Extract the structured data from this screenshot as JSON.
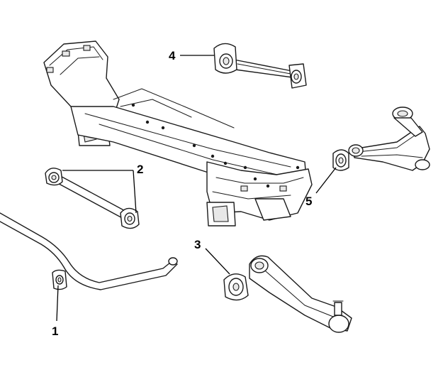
{
  "callouts": [
    {
      "id": "1",
      "text": "1"
    },
    {
      "id": "2",
      "text": "2"
    },
    {
      "id": "3",
      "text": "3"
    },
    {
      "id": "4",
      "text": "4"
    },
    {
      "id": "5",
      "text": "5"
    }
  ],
  "colors": {
    "line": "#1a1a1a",
    "background": "#ffffff",
    "shade": "#e8e8e8"
  }
}
